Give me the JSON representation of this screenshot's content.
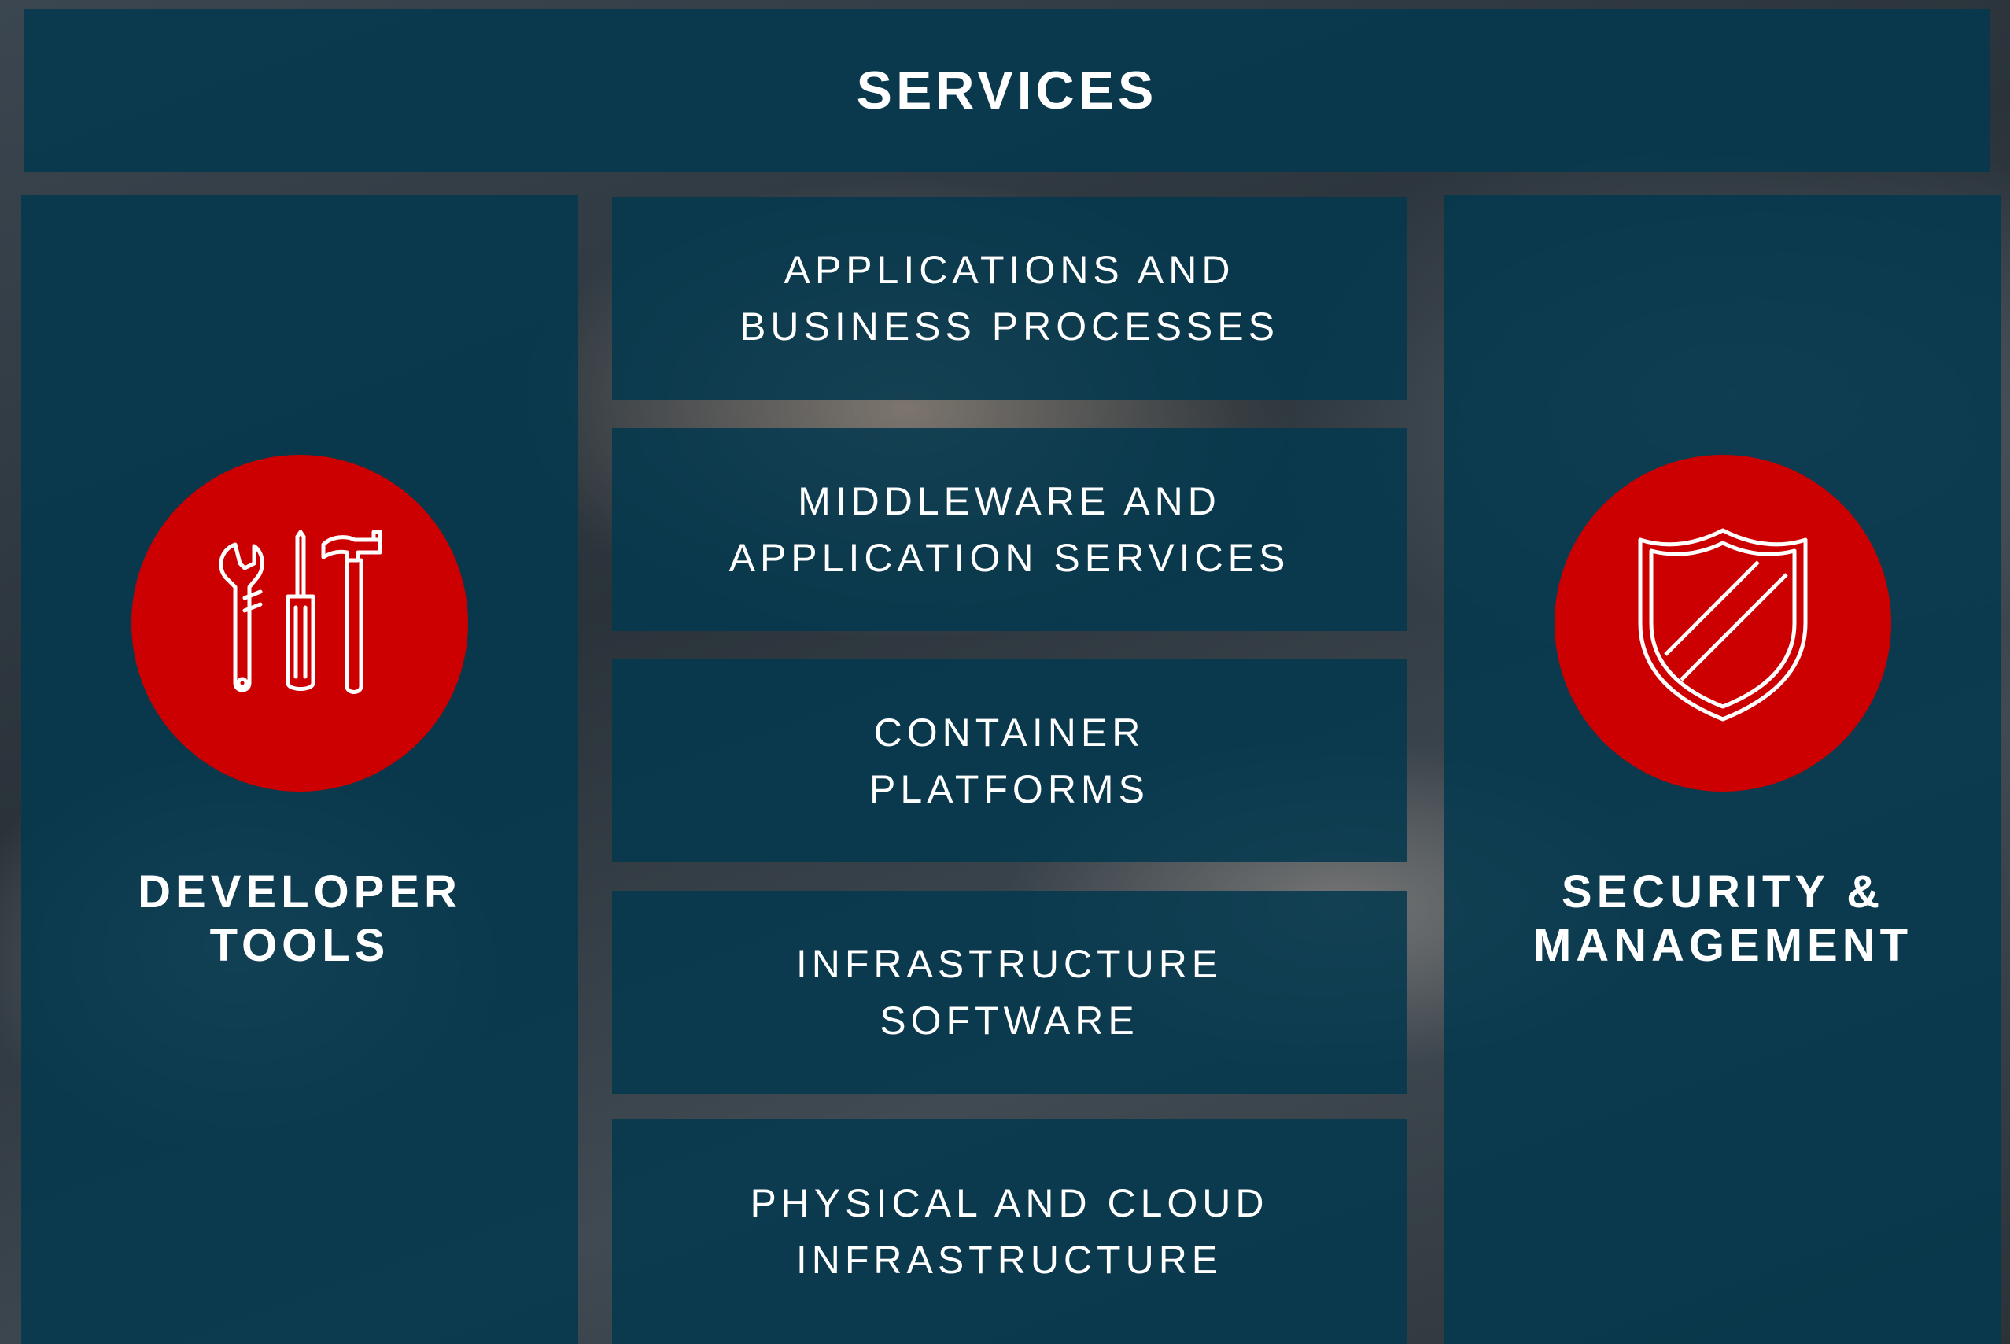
{
  "header": {
    "title": "SERVICES"
  },
  "left_panel": {
    "title": "DEVELOPER\nTOOLS",
    "icon": "tools-icon"
  },
  "right_panel": {
    "title": "SECURITY &\nMANAGEMENT",
    "icon": "shield-icon"
  },
  "layers": [
    {
      "label": "APPLICATIONS AND\nBUSINESS PROCESSES"
    },
    {
      "label": "MIDDLEWARE AND\nAPPLICATION SERVICES"
    },
    {
      "label": "CONTAINER\nPLATFORMS"
    },
    {
      "label": "INFRASTRUCTURE\nSOFTWARE"
    },
    {
      "label": "PHYSICAL AND CLOUD\nINFRASTRUCTURE"
    }
  ],
  "colors": {
    "panel": "#04384e",
    "accent": "#cc0000",
    "text": "#ffffff"
  }
}
